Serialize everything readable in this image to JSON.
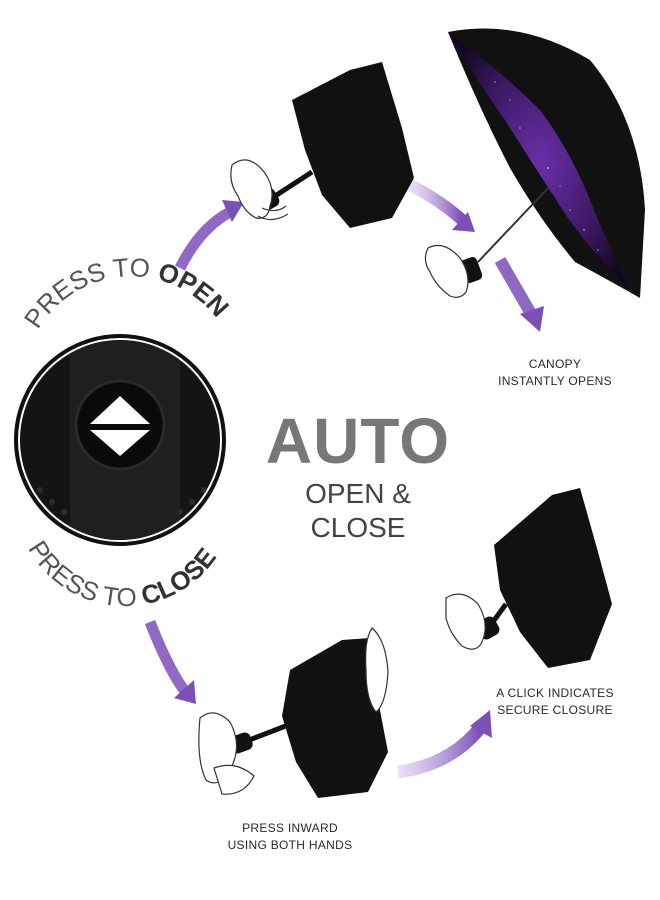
{
  "button_labels": {
    "top_light": "PRESS TO ",
    "top_bold": "OPEN",
    "bottom_light": "PRESS TO ",
    "bottom_bold": "CLOSE"
  },
  "headline": {
    "main": "AUTO",
    "sub": "OPEN & CLOSE"
  },
  "captions": {
    "canopy": [
      "CANOPY",
      "INSTANTLY OPENS"
    ],
    "click": [
      "A CLICK INDICATES",
      "SECURE CLOSURE"
    ],
    "press": [
      "PRESS INWARD",
      "USING BOTH HANDS"
    ]
  },
  "colors": {
    "arrow_purple": "#7b4fb8",
    "umbrella_black": "#111111",
    "canopy_galaxy": "#3b1a63",
    "text_gray": "#777777"
  },
  "icons": [
    "umbrella-button-closeup",
    "diamond-button-icon",
    "folded-umbrella",
    "open-umbrella",
    "hand",
    "curved-arrow"
  ]
}
